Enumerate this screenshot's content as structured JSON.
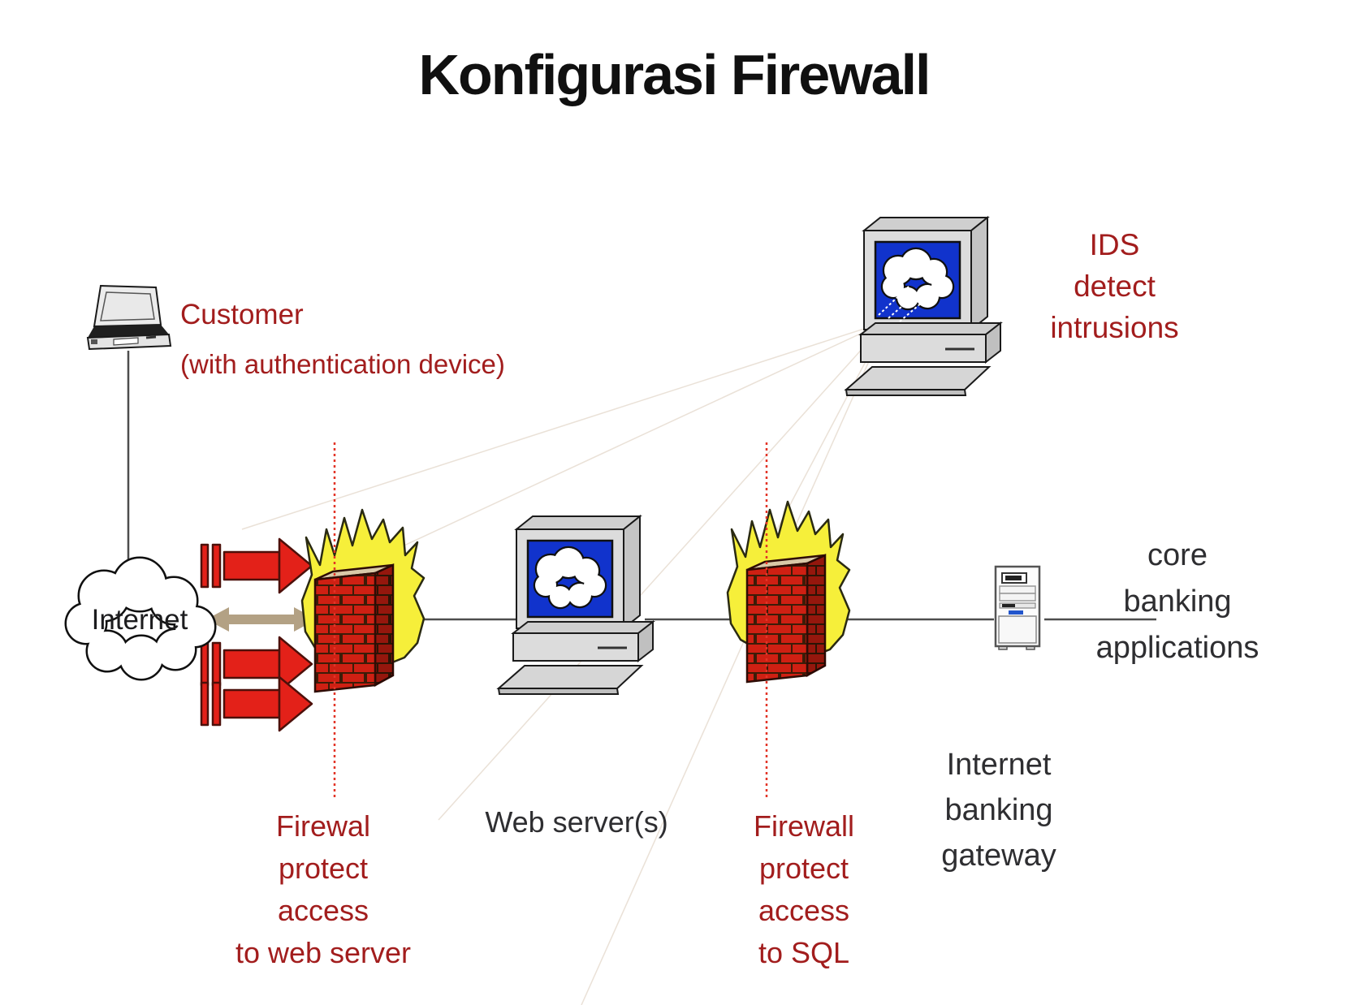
{
  "title": "Konfigurasi Firewall",
  "labels": {
    "customer": "Customer",
    "customer_sub": "(with authentication device)",
    "internet": "Internet",
    "ids": "IDS\ndetect\nintrusions",
    "core_banking": "core\nbanking\napplications",
    "firewall1": "Firewal\nprotect access\nto web server",
    "web_server": "Web server(s)",
    "firewall2": "Firewall\nprotect access\nto SQL",
    "gateway": "Internet\nbanking\ngateway"
  },
  "colors": {
    "accent_red_text": "#a21d1d",
    "gray_text": "#2e2e31",
    "arrow_red": "#e32119",
    "tan_arrow": "#b3a184",
    "flame_yellow": "#f6ef3a",
    "brick_red": "#cf2013",
    "screen_blue": "#1133cc",
    "dotted_line_red": "#e23427",
    "connector_gray": "#4d4d4d"
  }
}
